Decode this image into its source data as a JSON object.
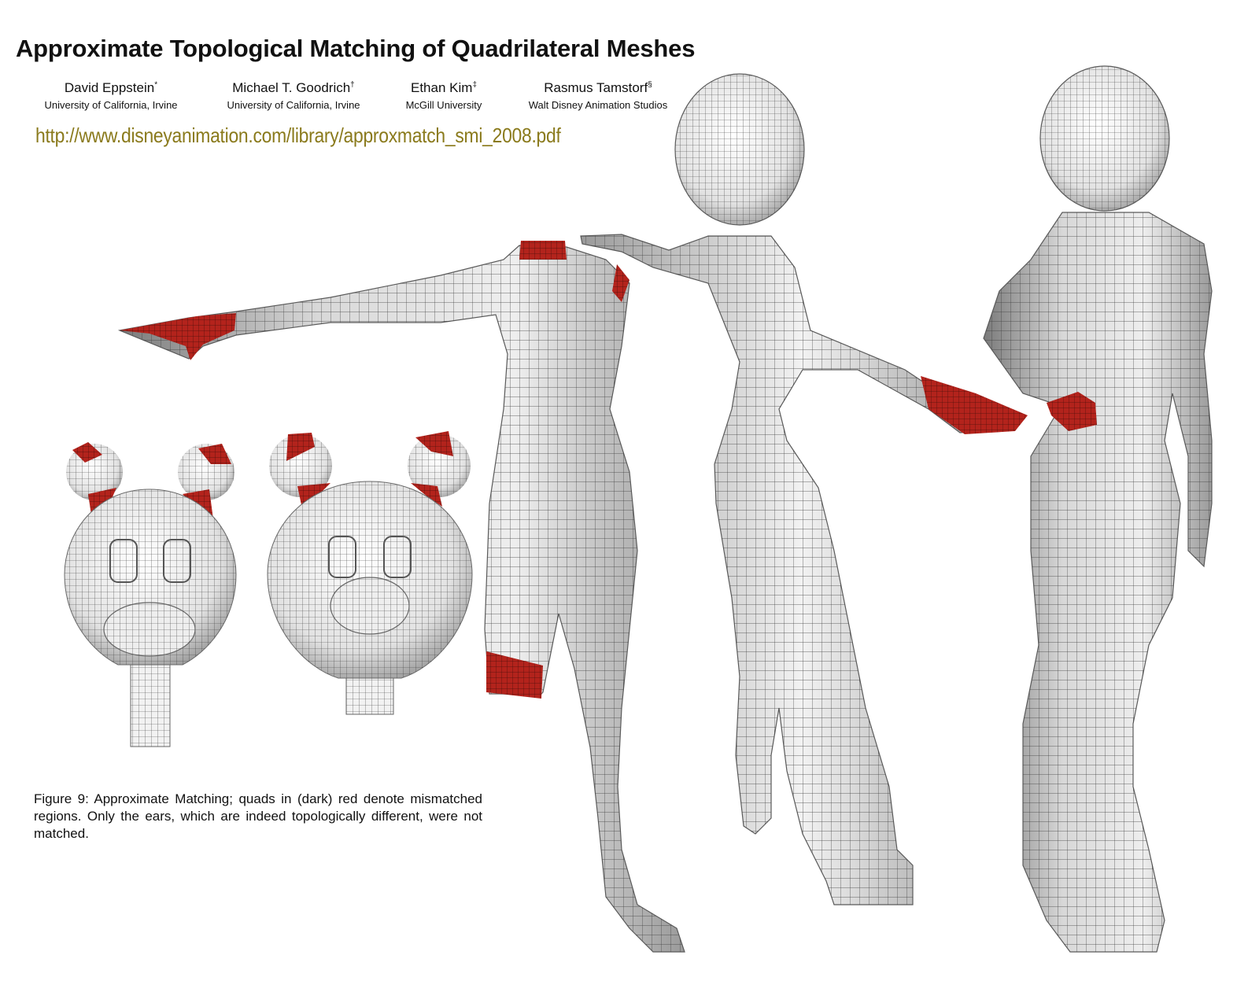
{
  "paper": {
    "title": "Approximate Topological Matching of Quadrilateral Meshes",
    "url": "http://www.disneyanimation.com/library/approxmatch_smi_2008.pdf",
    "authors": [
      {
        "name": "David Eppstein",
        "mark": "*",
        "affiliation": "University of California, Irvine"
      },
      {
        "name": "Michael T. Goodrich",
        "mark": "†",
        "affiliation": "University of California, Irvine"
      },
      {
        "name": "Ethan Kim",
        "mark": "‡",
        "affiliation": "McGill University"
      },
      {
        "name": "Rasmus Tamstorf",
        "mark": "§",
        "affiliation": "Walt Disney Animation Studios"
      }
    ],
    "caption": "Figure 9: Approximate Matching; quads in (dark) red denote mismatched regions. Only the ears, which are indeed topologically different, were not matched."
  },
  "colors": {
    "mismatch_red": "#b3231c",
    "mesh_light": "#e6e6e6",
    "mesh_mid": "#b5b5b5",
    "mesh_dark": "#6e6e6e",
    "wire": "#3a3a3a",
    "url_color": "#8a7a1c"
  }
}
